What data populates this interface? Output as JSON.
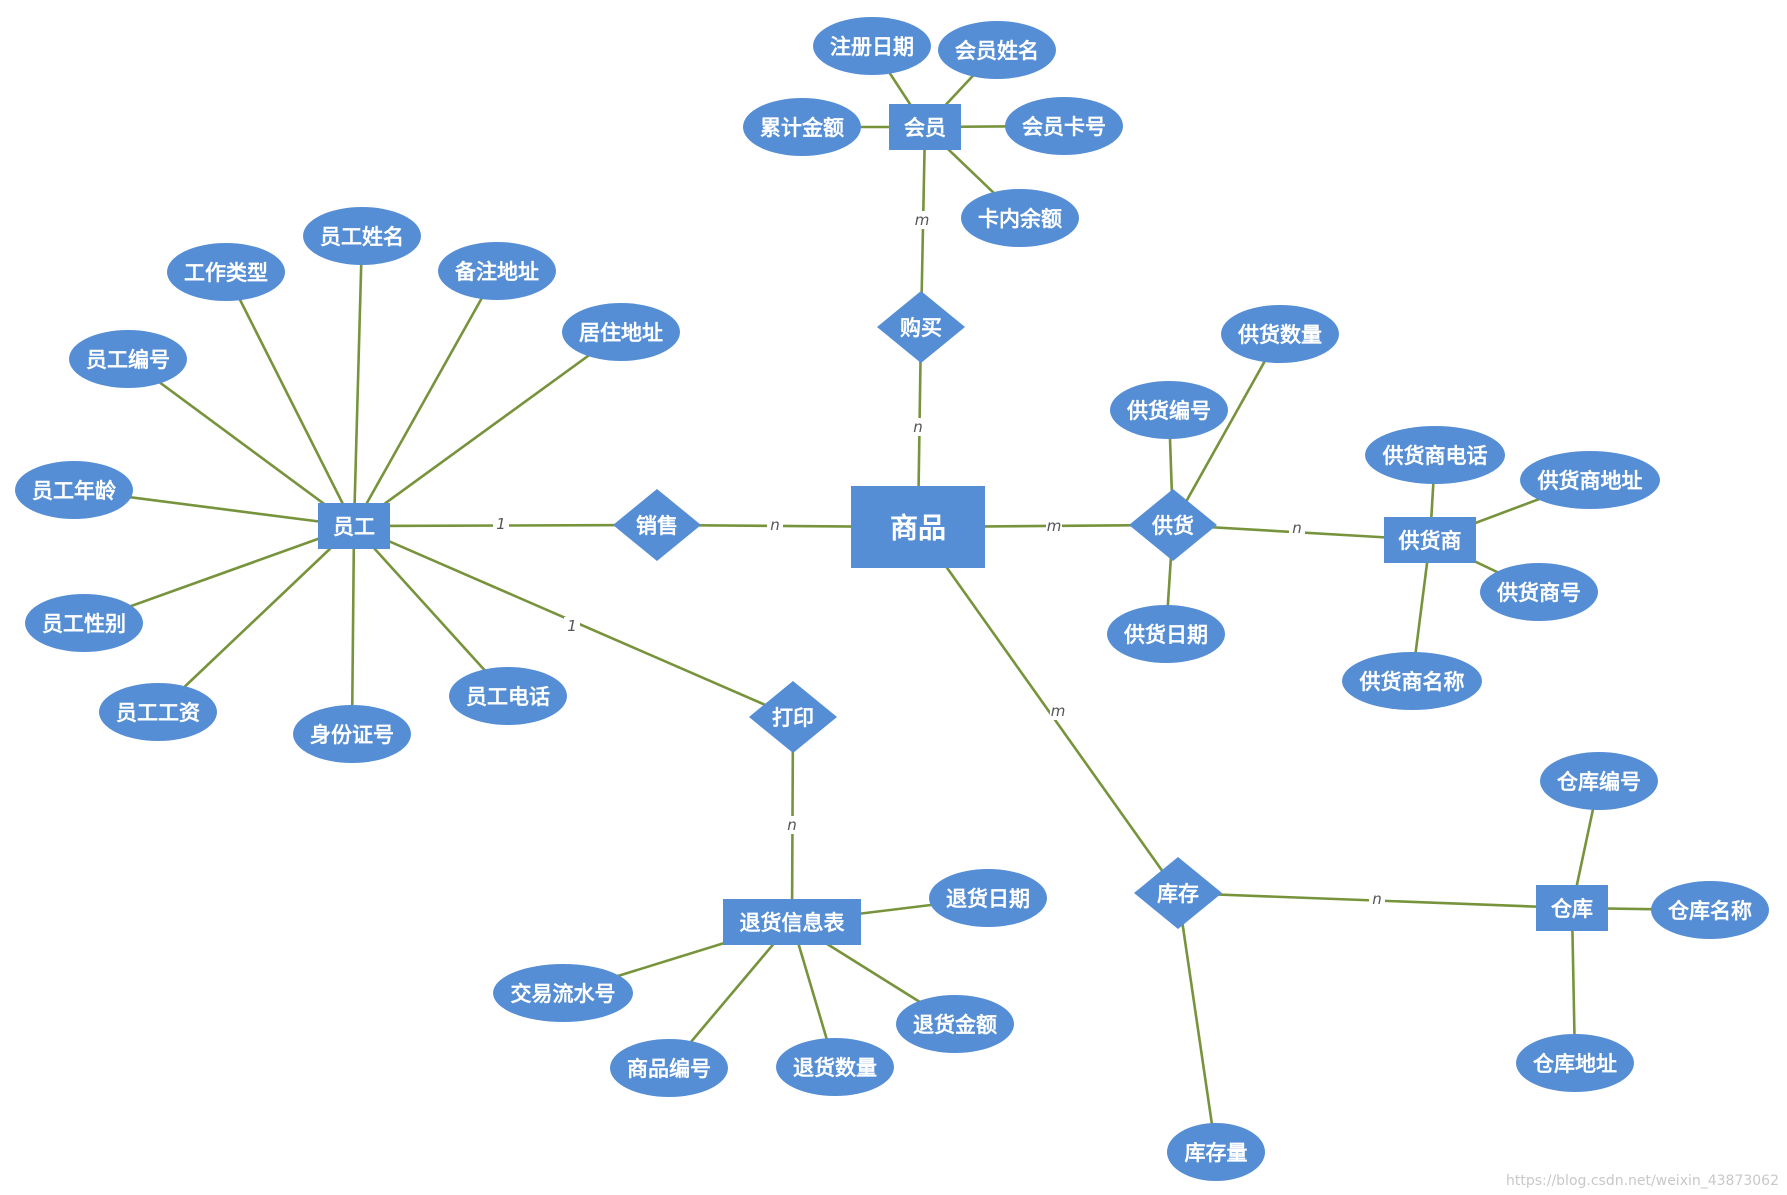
{
  "entities": {
    "member": "会员",
    "employee": "员工",
    "goods": "商品",
    "supplier": "供货商",
    "refund": "退货信息表",
    "warehouse": "仓库"
  },
  "relationships": {
    "buy": "购买",
    "sell": "销售",
    "supply": "供货",
    "print": "打印",
    "stock": "库存"
  },
  "attributes": {
    "reg_date": "注册日期",
    "member_name": "会员姓名",
    "total_amount": "累计金额",
    "card_no": "会员卡号",
    "balance": "卡内余额",
    "emp_name": "员工姓名",
    "job_type": "工作类型",
    "note_addr": "备注地址",
    "home_addr": "居住地址",
    "emp_no": "员工编号",
    "emp_age": "员工年龄",
    "emp_gender": "员工性别",
    "emp_salary": "员工工资",
    "id_no": "身份证号",
    "emp_phone": "员工电话",
    "supply_qty": "供货数量",
    "supply_no": "供货编号",
    "supply_date": "供货日期",
    "sup_phone": "供货商电话",
    "sup_addr": "供货商地址",
    "sup_no": "供货商号",
    "sup_name": "供货商名称",
    "refund_date": "退货日期",
    "txn_no": "交易流水号",
    "refund_amount": "退货金额",
    "goods_no": "商品编号",
    "refund_qty": "退货数量",
    "wh_no": "仓库编号",
    "wh_name": "仓库名称",
    "wh_addr": "仓库地址",
    "stock_qty": "库存量"
  },
  "cardinalities": {
    "member_buy": "m",
    "buy_goods": "n",
    "emp_sell": "1",
    "sell_goods": "n",
    "goods_supply": "m",
    "supply_supplier": "n",
    "emp_print": "1",
    "print_refund": "n",
    "goods_stock": "m",
    "stock_warehouse": "n"
  },
  "watermark": "https://blog.csdn.net/weixin_43873062",
  "colors": {
    "shape_fill": "#558ED5",
    "line": "#77933C",
    "text": "#ffffff",
    "cardinality": "#555555"
  }
}
